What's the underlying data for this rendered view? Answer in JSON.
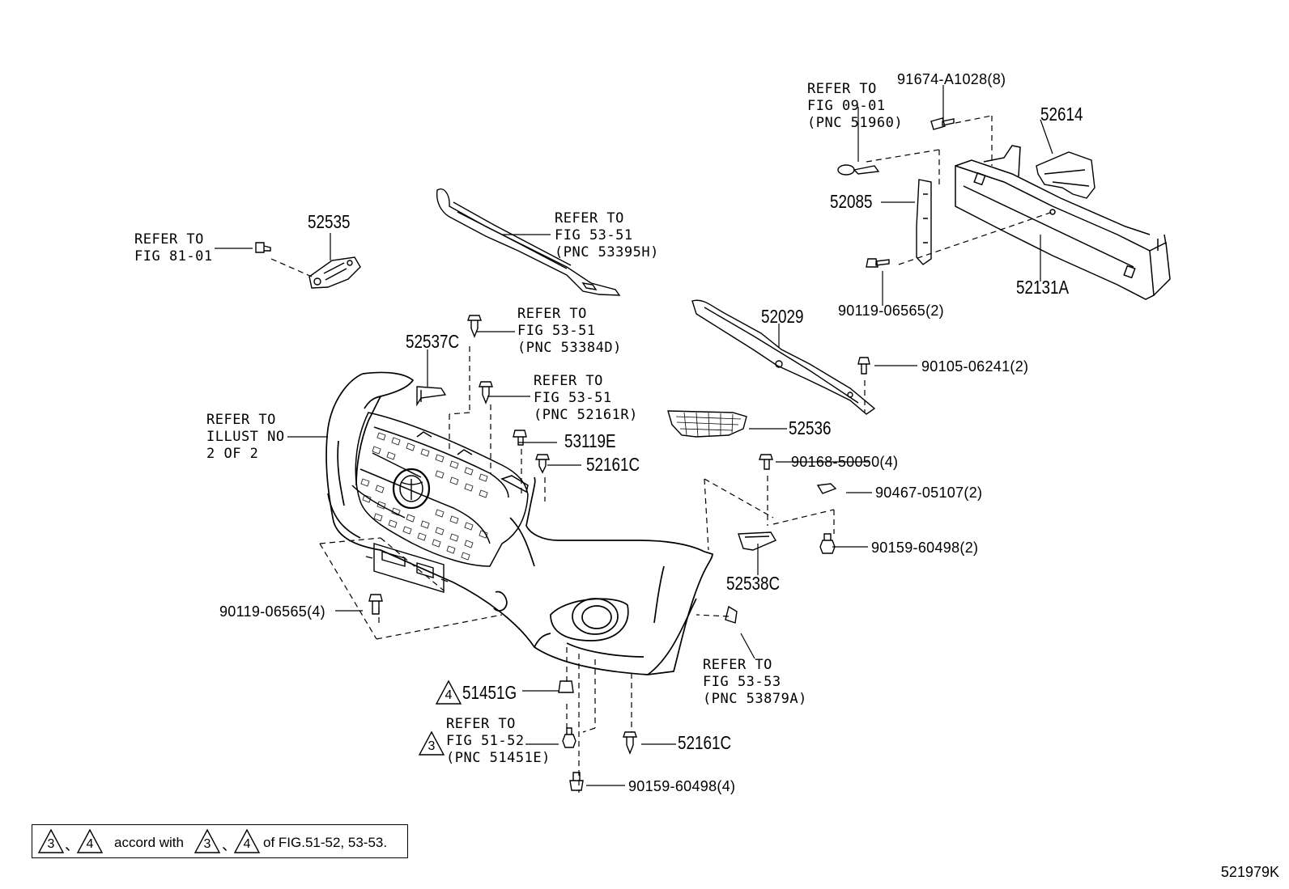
{
  "labels": {
    "refer_81_01": [
      "REFER TO",
      "FIG 81-01"
    ],
    "refer_53_51_a": [
      "REFER TO",
      "FIG 53-51",
      "(PNC 53395H)"
    ],
    "refer_53_51_b": [
      "REFER TO",
      "FIG 53-51",
      "(PNC 53384D)"
    ],
    "refer_53_51_c": [
      "REFER TO",
      "FIG 53-51",
      "(PNC 52161R)"
    ],
    "refer_illust": [
      "REFER TO",
      "ILLUST NO",
      "2 OF 2"
    ],
    "refer_09_01": [
      "REFER TO",
      "FIG 09-01",
      "(PNC 51960)"
    ],
    "refer_53_53": [
      "REFER TO",
      "FIG 53-53",
      "(PNC 53879A)"
    ],
    "refer_51_52": [
      "REFER TO",
      "FIG 51-52",
      "(PNC 51451E)"
    ]
  },
  "parts": {
    "p52535": "52535",
    "p52537C": "52537C",
    "p53119E": "53119E",
    "p52161C_top": "52161C",
    "p52029": "52029",
    "p52536": "52536",
    "p52085": "52085",
    "p52614": "52614",
    "p52131A": "52131A",
    "p52538C": "52538C",
    "p51451G": "51451G",
    "p52161C_bottom": "52161C"
  },
  "small_parts": {
    "s91674": "91674-A1028(8)",
    "s90119_2": "90119-06565(2)",
    "s90105": "90105-06241(2)",
    "s90168": "90168-50050(4)",
    "s90467": "90467-05107(2)",
    "s90159_2": "90159-60498(2)",
    "s90119_4": "90119-06565(4)",
    "s90159_4": "90159-60498(4)"
  },
  "note": {
    "tri_a": "3",
    "tri_b": "4",
    "sep": "、",
    "accord": "accord with",
    "of_fig": "of FIG.51-52, 53-53."
  },
  "diagram_id": "521979K",
  "stroke_color": "#000000"
}
